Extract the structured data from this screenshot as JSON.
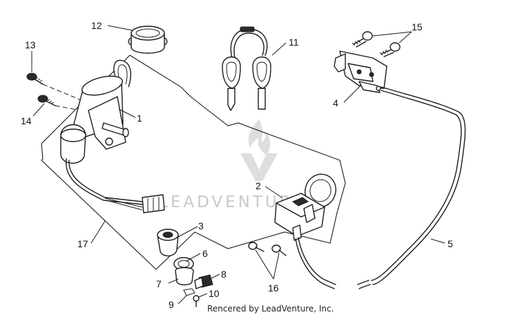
{
  "watermark": {
    "text": "LEADVENTURE"
  },
  "credit": "Rencered by LeadVenture, Inc.",
  "callouts": [
    "1",
    "2",
    "3",
    "4",
    "5",
    "6",
    "7",
    "8",
    "9",
    "10",
    "11",
    "12",
    "13",
    "14",
    "15",
    "16",
    "17"
  ]
}
